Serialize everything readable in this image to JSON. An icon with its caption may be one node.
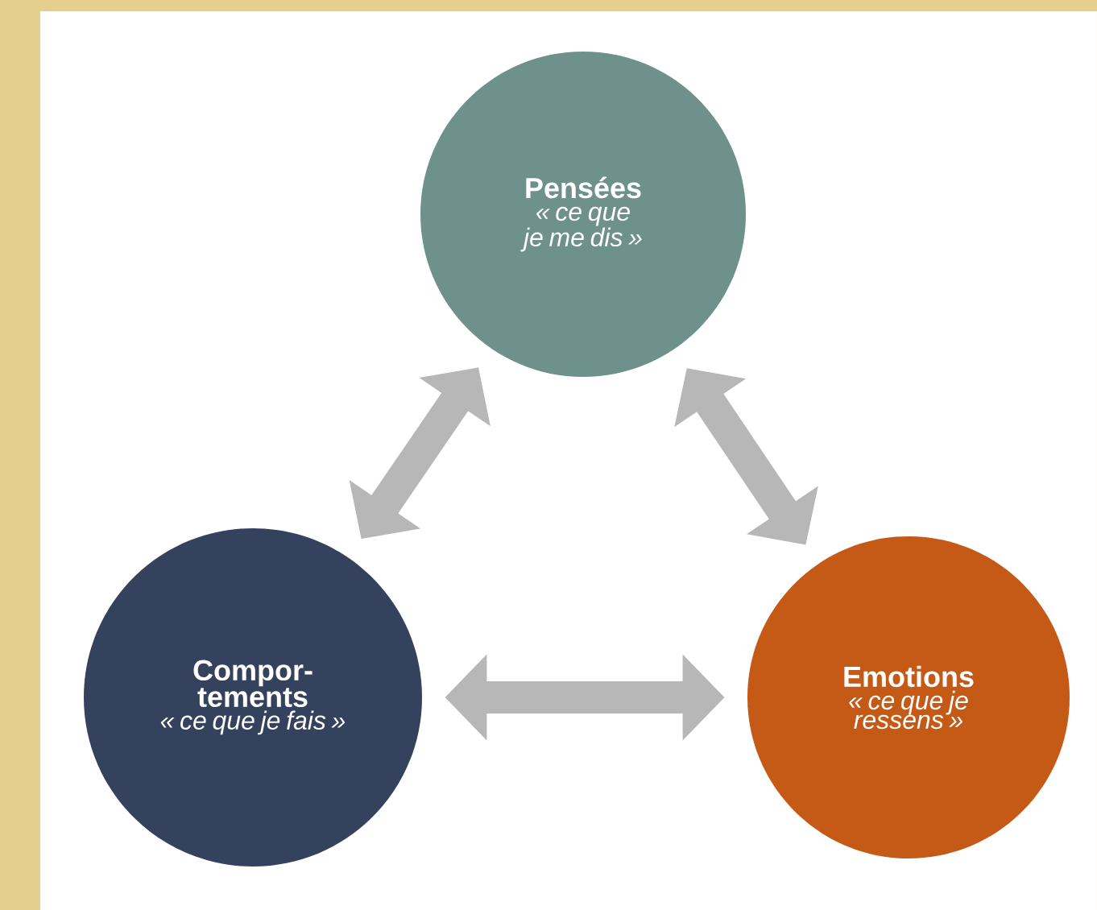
{
  "diagram": {
    "nodes": [
      {
        "text": [
          "Pensées",
          "« ce que je me dis »"
        ]
      },
      {
        "text": [
          "Compor- tements",
          "« ce que je fais »"
        ]
      },
      {
        "text": [
          "Emotions",
          "« ce que je ressens »"
        ]
      }
    ],
    "edges": [
      {
        "from": 0,
        "to": 1,
        "arrow": "both"
      },
      {
        "from": 0,
        "to": 2,
        "arrow": "both"
      },
      {
        "from": 1,
        "to": 2,
        "arrow": "both"
      }
    ]
  }
}
